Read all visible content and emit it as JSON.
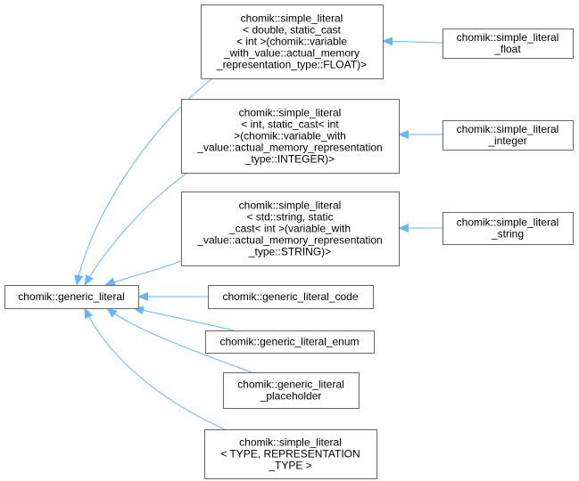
{
  "colors": {
    "edge": "#63b8ff",
    "node_border": "#666666",
    "node_fill": "#ffffff",
    "text": "#000000"
  },
  "nodes": [
    {
      "id": "generic_literal",
      "lines": [
        "chomik::generic_literal"
      ]
    },
    {
      "id": "sl_double",
      "lines": [
        "chomik::simple_literal",
        "< double, static_cast",
        "< int >(chomik::variable",
        "_with_value::actual_memory",
        "_representation_type::FLOAT)>"
      ]
    },
    {
      "id": "sl_float",
      "lines": [
        "chomik::simple_literal",
        "_float"
      ]
    },
    {
      "id": "sl_int",
      "lines": [
        "chomik::simple_literal",
        "< int, static_cast< int",
        ">(chomik::variable_with",
        "_value::actual_memory_representation",
        "_type::INTEGER)>"
      ]
    },
    {
      "id": "sl_integer",
      "lines": [
        "chomik::simple_literal",
        "_integer"
      ]
    },
    {
      "id": "sl_string_tpl",
      "lines": [
        "chomik::simple_literal",
        "< std::string, static",
        "_cast< int >(variable_with",
        "_value::actual_memory_representation",
        "_type::STRING)>"
      ]
    },
    {
      "id": "sl_string",
      "lines": [
        "chomik::simple_literal",
        "_string"
      ]
    },
    {
      "id": "gl_code",
      "lines": [
        "chomik::generic_literal_code"
      ]
    },
    {
      "id": "gl_enum",
      "lines": [
        "chomik::generic_literal_enum"
      ]
    },
    {
      "id": "gl_placeholder",
      "lines": [
        "chomik::generic_literal",
        "_placeholder"
      ]
    },
    {
      "id": "sl_type",
      "lines": [
        "chomik::simple_literal",
        "< TYPE, REPRESENTATION",
        "_TYPE >"
      ]
    }
  ],
  "edges": [
    {
      "from": "sl_double",
      "to": "generic_literal"
    },
    {
      "from": "sl_int",
      "to": "generic_literal"
    },
    {
      "from": "sl_string_tpl",
      "to": "generic_literal"
    },
    {
      "from": "gl_code",
      "to": "generic_literal"
    },
    {
      "from": "gl_enum",
      "to": "generic_literal"
    },
    {
      "from": "gl_placeholder",
      "to": "generic_literal"
    },
    {
      "from": "sl_type",
      "to": "generic_literal"
    },
    {
      "from": "sl_float",
      "to": "sl_double"
    },
    {
      "from": "sl_integer",
      "to": "sl_int"
    },
    {
      "from": "sl_string",
      "to": "sl_string_tpl"
    }
  ]
}
